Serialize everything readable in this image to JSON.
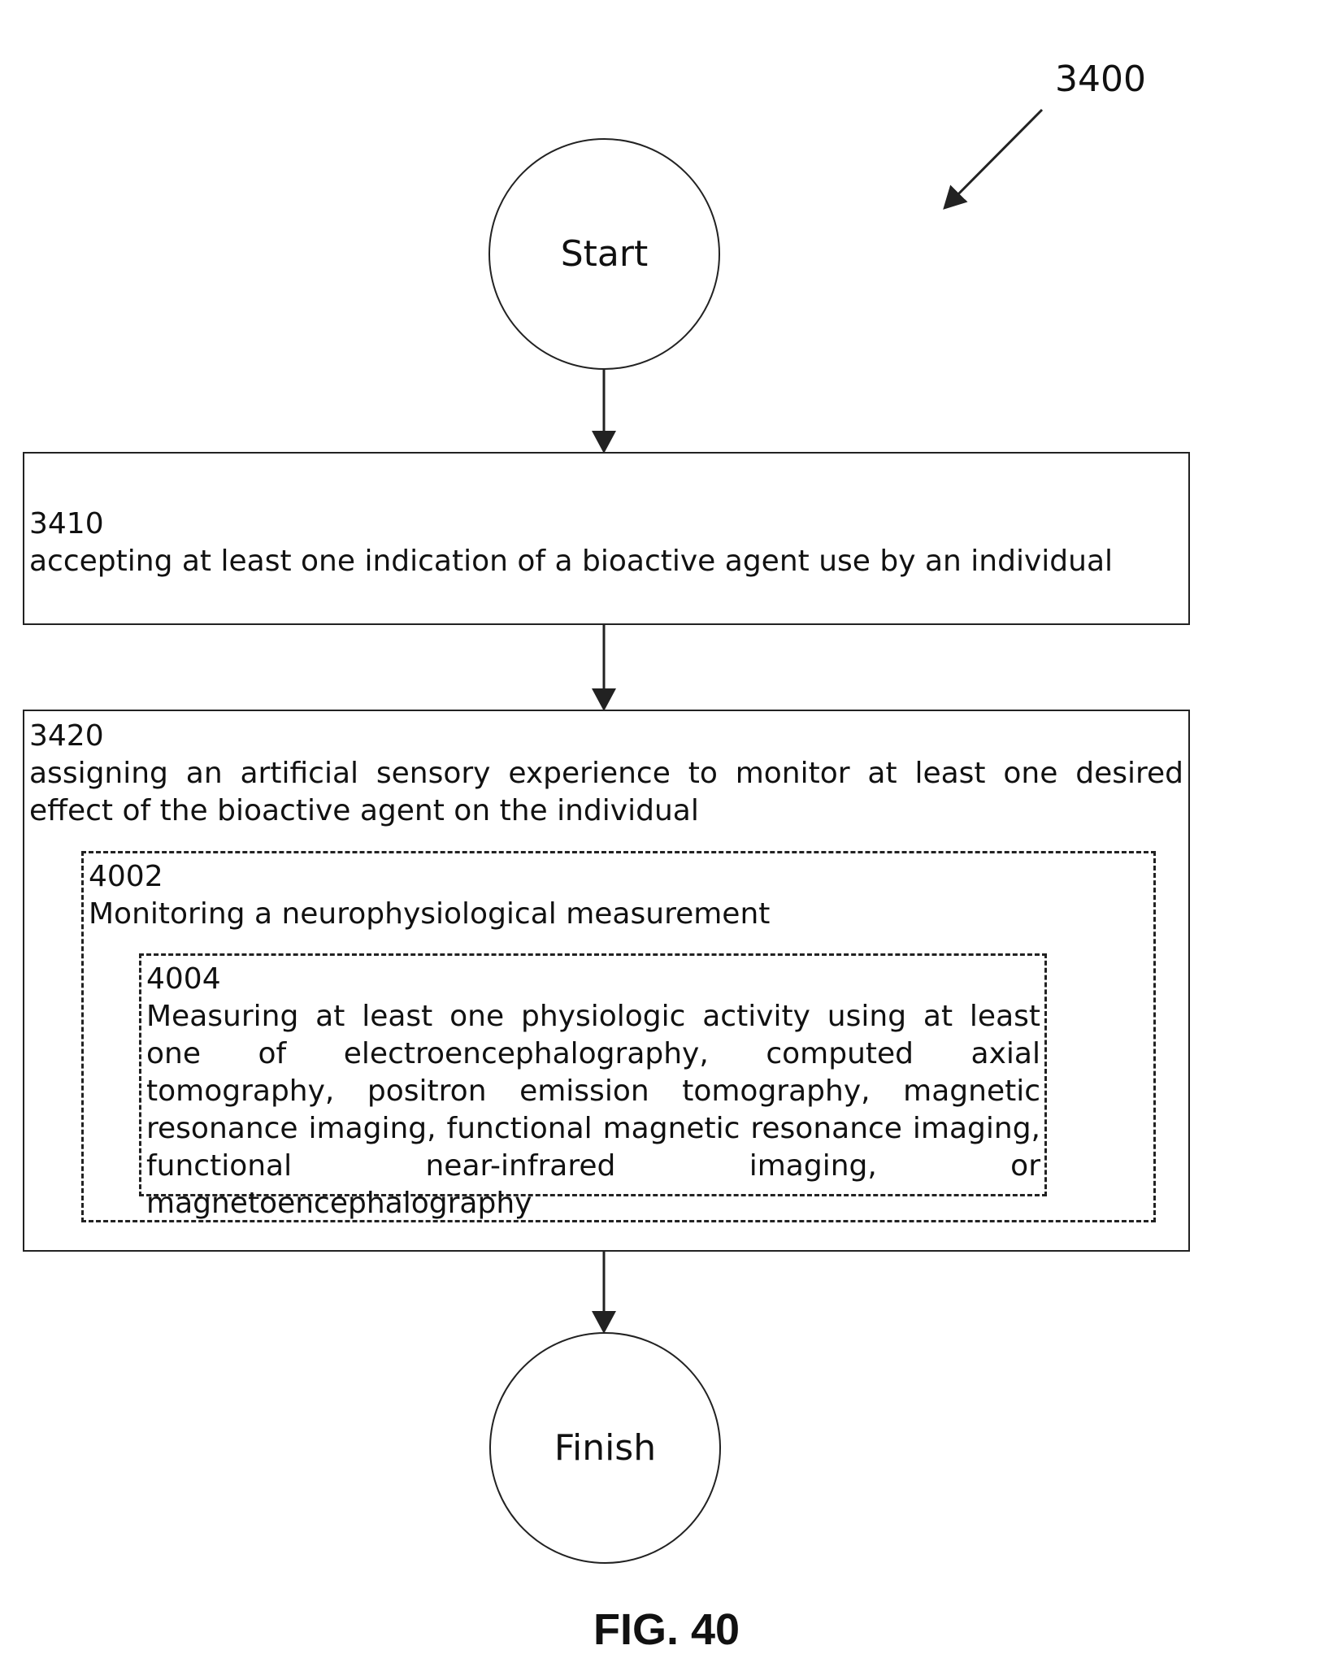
{
  "diagram": {
    "reference_number": "3400",
    "start_label": "Start",
    "finish_label": "Finish",
    "steps": [
      {
        "id": "3410",
        "text": "accepting at least one indication of a bioactive agent use by an individual"
      },
      {
        "id": "3420",
        "text": "assigning an artificial sensory experience to monitor at least one desired effect of the bioactive agent on the individual",
        "optional_substeps": [
          {
            "id": "4002",
            "text": "Monitoring a neurophysiological measurement",
            "optional_substeps": [
              {
                "id": "4004",
                "text": "Measuring at least one physiologic activity using at least one of electroencephalography, computed axial tomography, positron emission tomography, magnetic resonance imaging, functional magnetic resonance imaging, functional near-infrared imaging, or magnetoencephalography"
              }
            ]
          }
        ]
      }
    ],
    "caption": "FIG. 40"
  }
}
